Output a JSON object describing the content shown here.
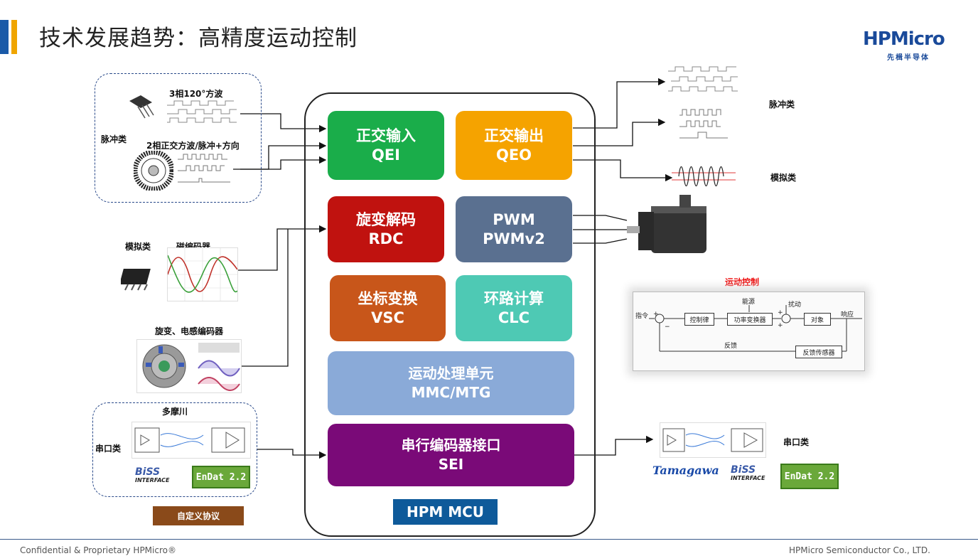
{
  "header": {
    "title": "技术发展趋势：高精度运动控制",
    "logo_main": "HPMicro",
    "logo_sub": "先楫半导体"
  },
  "mcu": {
    "label": "HPM MCU",
    "blocks": {
      "qei": {
        "l1": "正交输入",
        "l2": "QEI",
        "color": "#1aad4a"
      },
      "qeo": {
        "l1": "正交输出",
        "l2": "QEO",
        "color": "#f5a300"
      },
      "rdc": {
        "l1": "旋变解码",
        "l2": "RDC",
        "color": "#c0120f"
      },
      "pwm": {
        "l1": "PWM",
        "l2": "PWMv2",
        "color": "#5a7090"
      },
      "vsc": {
        "l1": "坐标变换",
        "l2": "VSC",
        "color": "#c8561a"
      },
      "clc": {
        "l1": "环路计算",
        "l2": "CLC",
        "color": "#4ec9b4"
      },
      "mmc": {
        "l1": "运动处理单元",
        "l2": "MMC/MTG",
        "color": "#8aaad8"
      },
      "sei": {
        "l1": "串行编码器接口",
        "l2": "SEI",
        "color": "#7a0a78"
      }
    }
  },
  "left": {
    "pulse_group": "脉冲类",
    "sq120": "3相120°方波",
    "quad": "2相正交方波/脉冲+方向",
    "analog": "模拟类",
    "mag_encoder": "磁编码器",
    "resolver": "旋变、电感编码器",
    "tamagawa_title": "多摩川",
    "serial": "串口类",
    "custom": "自定义协议",
    "endat": "EnDat 2.2",
    "biss_main": "BiSS",
    "biss_sub": "INTERFACE"
  },
  "right": {
    "pulse": "脉冲类",
    "analog": "模拟类",
    "motion_control": "运动控制",
    "serial": "串口类",
    "tamagawa": "Tamagawa",
    "endat": "EnDat 2.2",
    "biss_main": "BiSS",
    "biss_sub": "INTERFACE",
    "control": {
      "cmd": "指令",
      "controller": "控制律",
      "power": "功率变换器",
      "energy": "能源",
      "disturb": "扰动",
      "plant": "对象",
      "response": "响应",
      "feedback": "反馈",
      "sensor": "反馈传感器",
      "plus": "+",
      "minus": "−"
    }
  },
  "footer": {
    "left": "Confidential & Proprietary HPMicro®",
    "right": "HPMicro Semiconductor Co., LTD."
  }
}
